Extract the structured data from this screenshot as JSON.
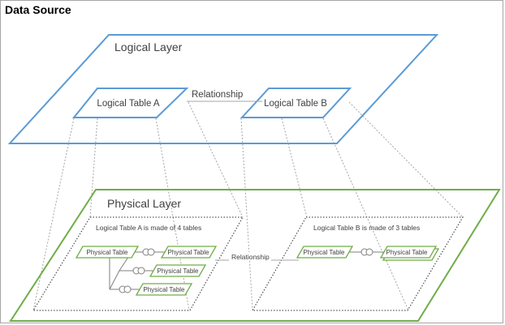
{
  "title": "Data Source",
  "colors": {
    "logical": "#5b9bd5",
    "physical": "#70ad47",
    "text": "#404040",
    "connector": "#7f7f7f",
    "link": "#a6a6a6"
  },
  "logical_layer": {
    "label": "Logical Layer",
    "table_a": "Logical Table A",
    "table_b": "Logical Table B",
    "relationship": "Relationship"
  },
  "physical_layer": {
    "label": "Physical Layer",
    "group_a_caption": "Logical Table A is made of 4 tables",
    "group_b_caption": "Logical Table B is made of 3 tables",
    "relationship": "Relationship",
    "group_a_tables": [
      "Physical Table",
      "Physical Table",
      "Physical Table",
      "Physical Table"
    ],
    "group_b_tables": [
      "Physical Table",
      "Physical Table"
    ]
  }
}
